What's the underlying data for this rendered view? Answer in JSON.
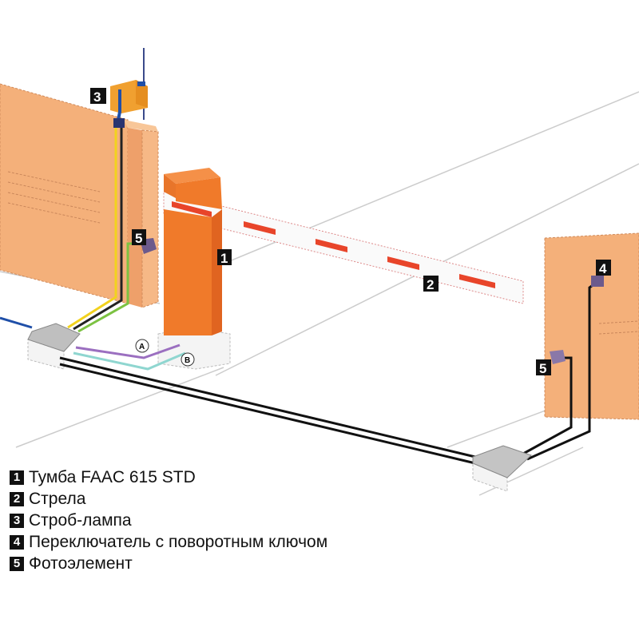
{
  "markers": {
    "m1": "1",
    "m2": "2",
    "m3": "3",
    "m4": "4",
    "m5a": "5",
    "m5b": "5",
    "a": "A",
    "b": "B"
  },
  "legend": [
    {
      "num": "1",
      "text": "Тумба FAAC 615 STD"
    },
    {
      "num": "2",
      "text": "Стрела"
    },
    {
      "num": "3",
      "text": "Строб-лампа"
    },
    {
      "num": "4",
      "text": "Переключатель с поворотным ключом"
    },
    {
      "num": "5",
      "text": "Фотоэлемент"
    }
  ],
  "colors": {
    "wall": "#f4b07a",
    "housing": "#f07a2a",
    "boom_stripe": "#e8452a",
    "cable_yellow": "#f2d21e",
    "cable_green": "#7cc242",
    "cable_blue": "#1f4fa8",
    "cable_purple": "#9b6fc0",
    "cable_cyan": "#8fd6d0"
  }
}
